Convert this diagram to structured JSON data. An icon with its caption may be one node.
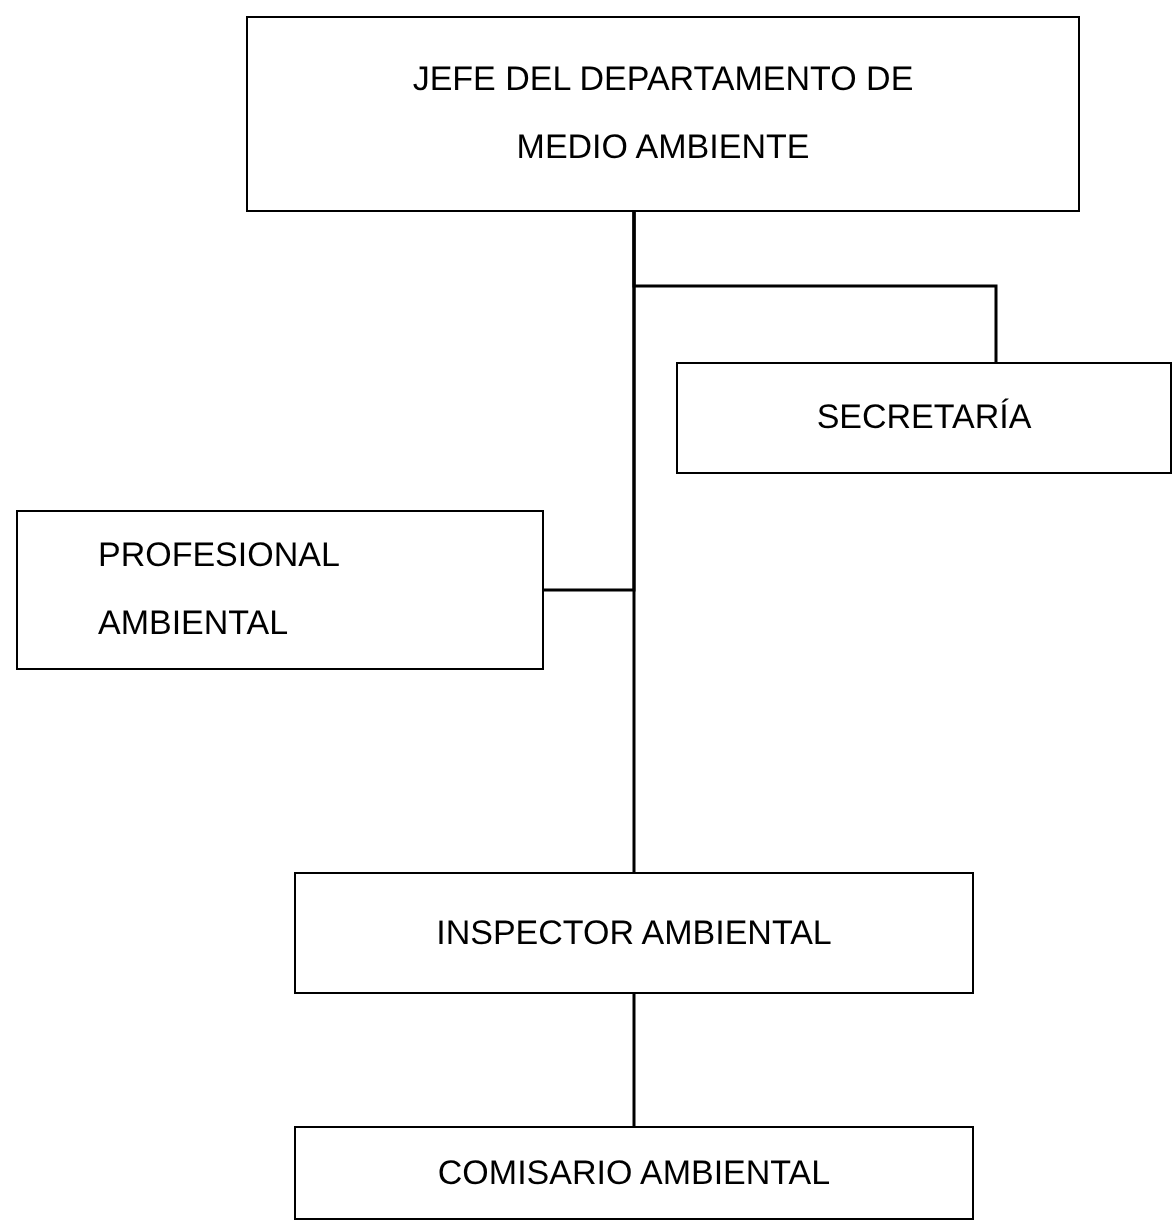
{
  "diagram": {
    "nodes": [
      {
        "text": [
          "JEFE DEL DEPARTAMENTO  DE MEDIO AMBIENTE"
        ]
      },
      {
        "text": [
          "SECRETARÍA"
        ]
      },
      {
        "text": [
          "PROFESIONAL AMBIENTAL"
        ]
      },
      {
        "text": [
          "INSPECTOR AMBIENTAL"
        ]
      },
      {
        "text": [
          "COMISARIO AMBIENTAL"
        ]
      }
    ],
    "edges": [
      {
        "from": 0,
        "to": 1,
        "arrow": "none"
      },
      {
        "from": 0,
        "to": 2,
        "arrow": "none"
      },
      {
        "from": 0,
        "to": 3,
        "arrow": "none"
      },
      {
        "from": 3,
        "to": 4,
        "arrow": "none"
      }
    ]
  }
}
